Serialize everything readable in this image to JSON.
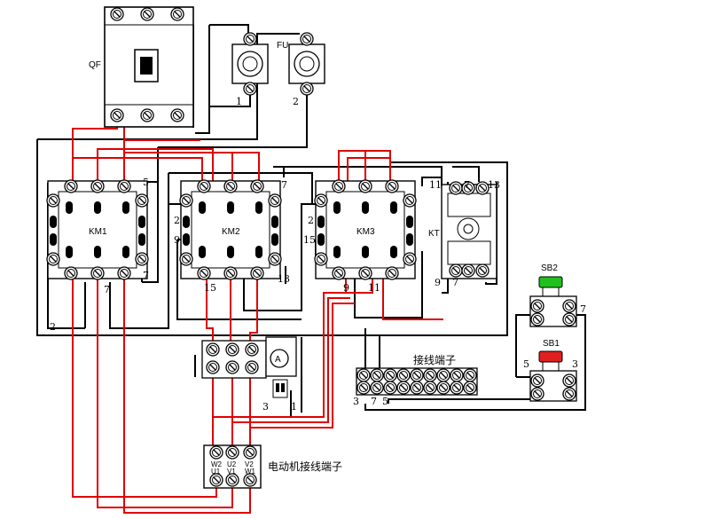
{
  "labels": {
    "qf": "QF",
    "fu": "FU",
    "fu_1": "1",
    "fu_2": "2",
    "km1": "KM1",
    "km2": "KM2",
    "km3": "KM3",
    "kt": "KT",
    "sb1": "SB1",
    "sb2": "SB2",
    "ammeter": "A",
    "terminal_block": "接线端子",
    "motor_terminal": "电动机接线端子"
  },
  "motor_terminal": {
    "top": [
      "W2",
      "U2",
      "V2"
    ],
    "bottom": [
      "U1",
      "V1",
      "W1"
    ]
  },
  "wire_numbers": {
    "n2_left": "2",
    "n5_km1": "5",
    "n7_km1_right": "7",
    "n7_km1_bottom": "7",
    "n7_km2": "7",
    "n2_km2": "2",
    "n9_km2": "9",
    "n15_km2": "15",
    "n13_km2": "13",
    "n2_km3": "2",
    "n15_km3": "15",
    "n9_km3": "9",
    "n11_km3": "11",
    "n11_kt": "11",
    "n7_kt": "7",
    "n13_kt": "13",
    "n9_kt": "9",
    "n7_kt_bottom": "7",
    "n7_sb2": "7",
    "n5_sb1": "5",
    "n3_sb1": "3",
    "n3_tb": "3",
    "n7_tb": "7",
    "n5_tb": "5",
    "n3_tr": "3",
    "n1_tr": "1"
  },
  "colors": {
    "black_wire": "#000000",
    "red_wire": "#e00000",
    "sb1_cap": "#e02020",
    "sb2_cap": "#20c020"
  }
}
